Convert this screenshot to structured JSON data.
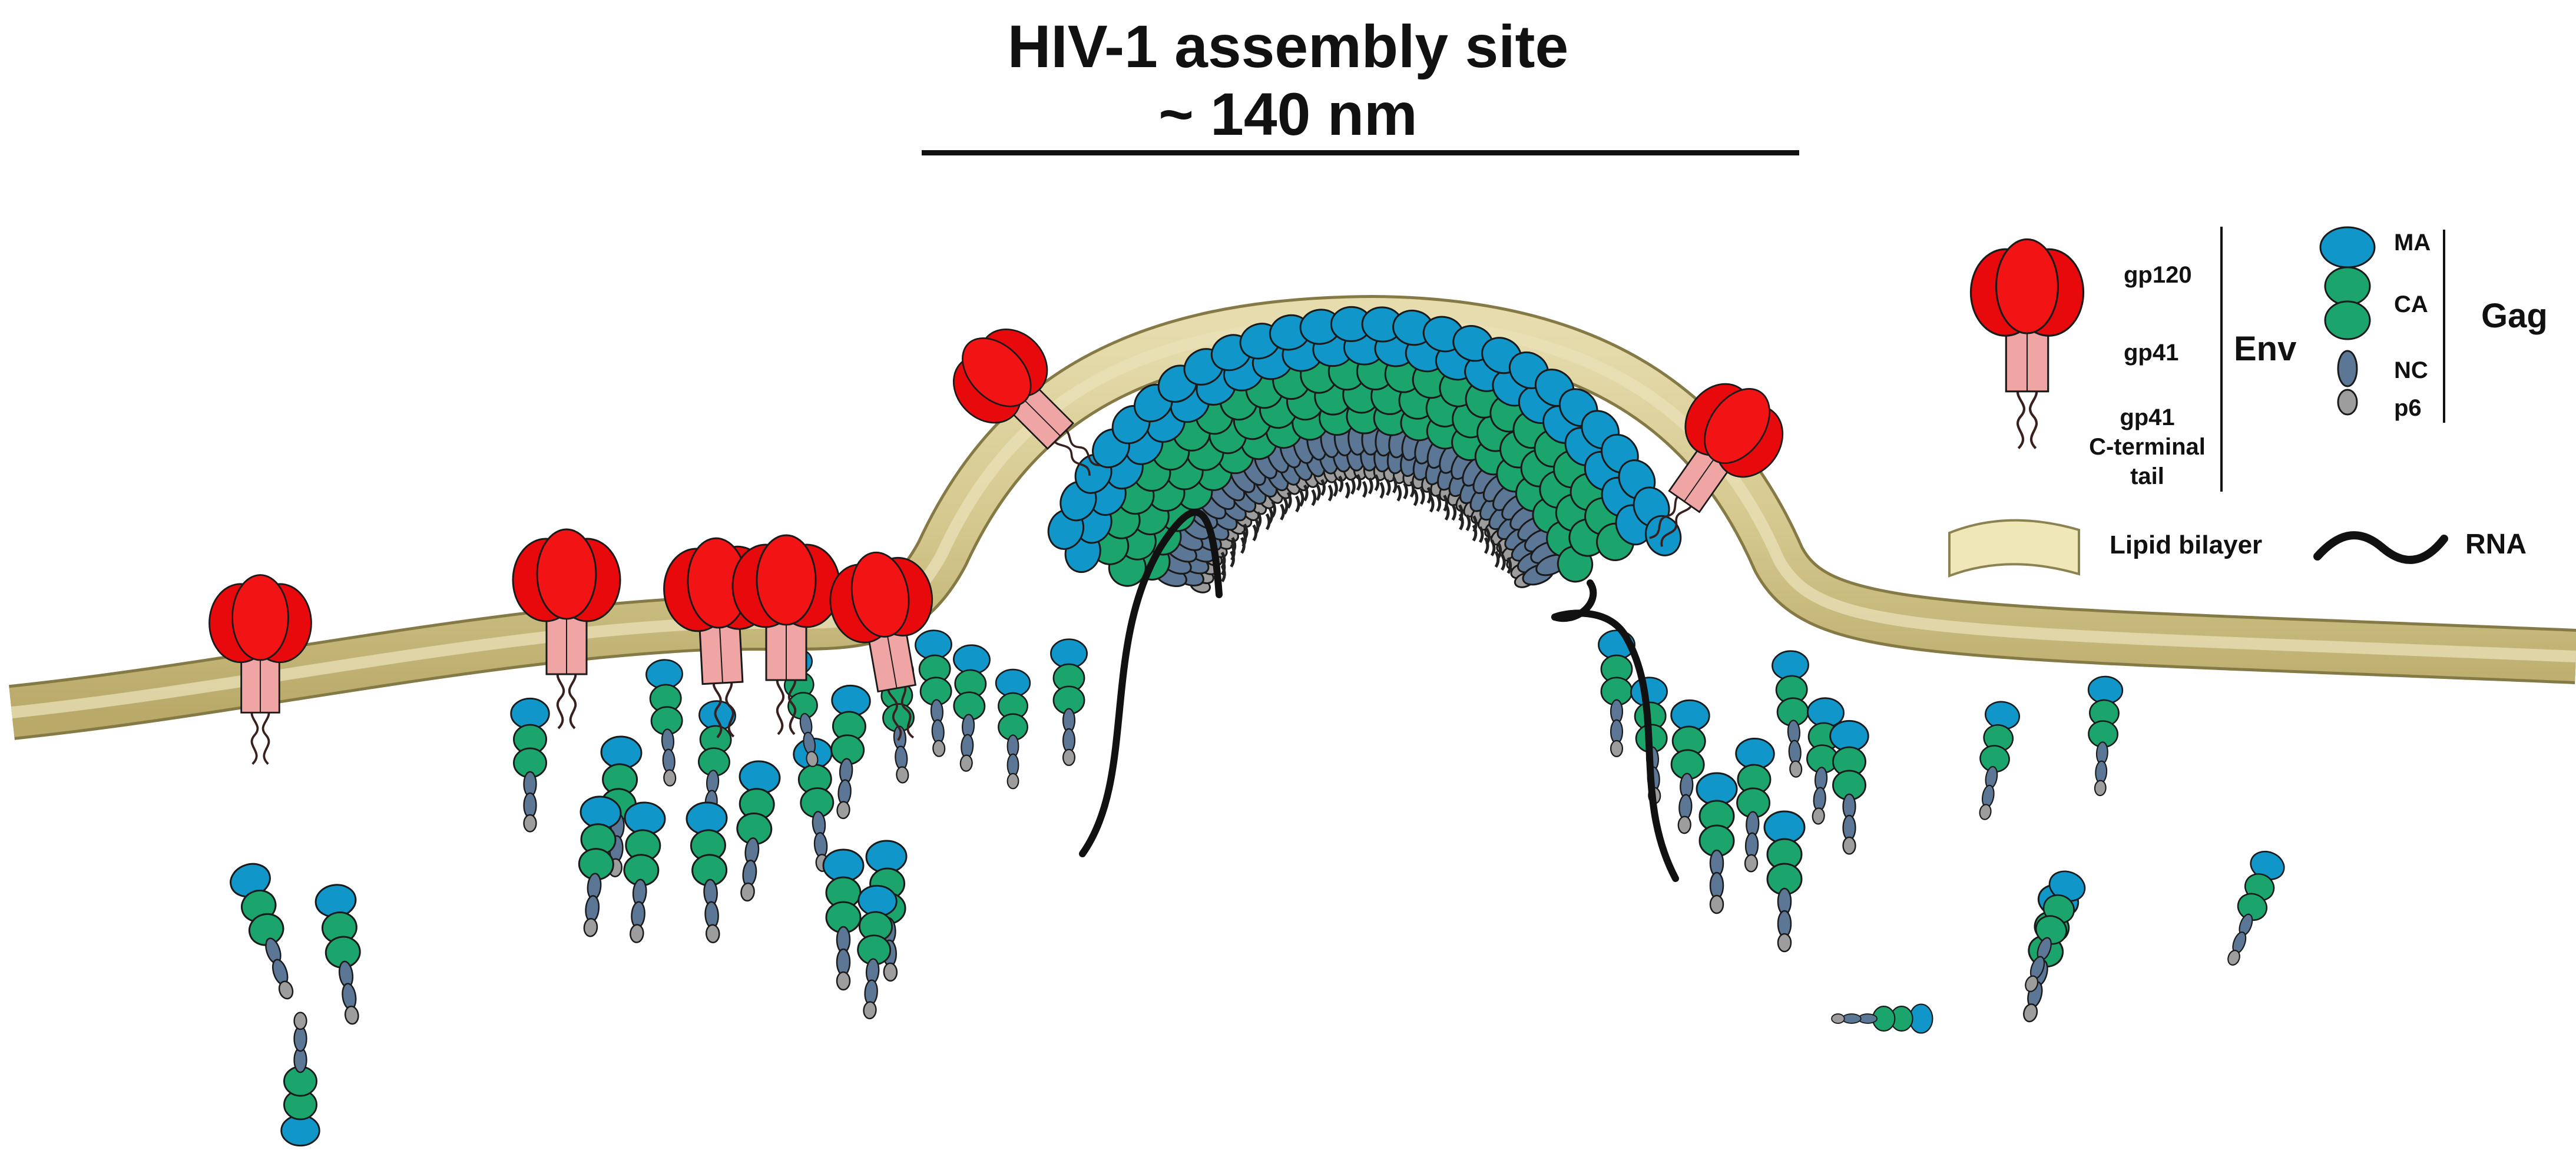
{
  "title": {
    "line1": "HIV-1 assembly site",
    "line2": "~ 140 nm"
  },
  "legend": {
    "env": {
      "group_label": "Env",
      "parts": {
        "gp120": "gp120",
        "gp41": "gp41",
        "tail_line1": "gp41",
        "tail_line2": "C-terminal",
        "tail_line3": "tail"
      }
    },
    "gag": {
      "group_label": "Gag",
      "parts": {
        "ma": "MA",
        "ca": "CA",
        "nc": "NC",
        "p6": "p6"
      }
    },
    "lipid_bilayer": "Lipid bilayer",
    "rna": "RNA"
  },
  "colors": {
    "gp120": "#e8090c",
    "gp41": "#eea5a4",
    "ma": "#1196c9",
    "ca": "#1ba56d",
    "nc": "#5c7796",
    "p6": "#9d9d9d",
    "bilayer": "#d4c68d",
    "rna": "#111111"
  }
}
